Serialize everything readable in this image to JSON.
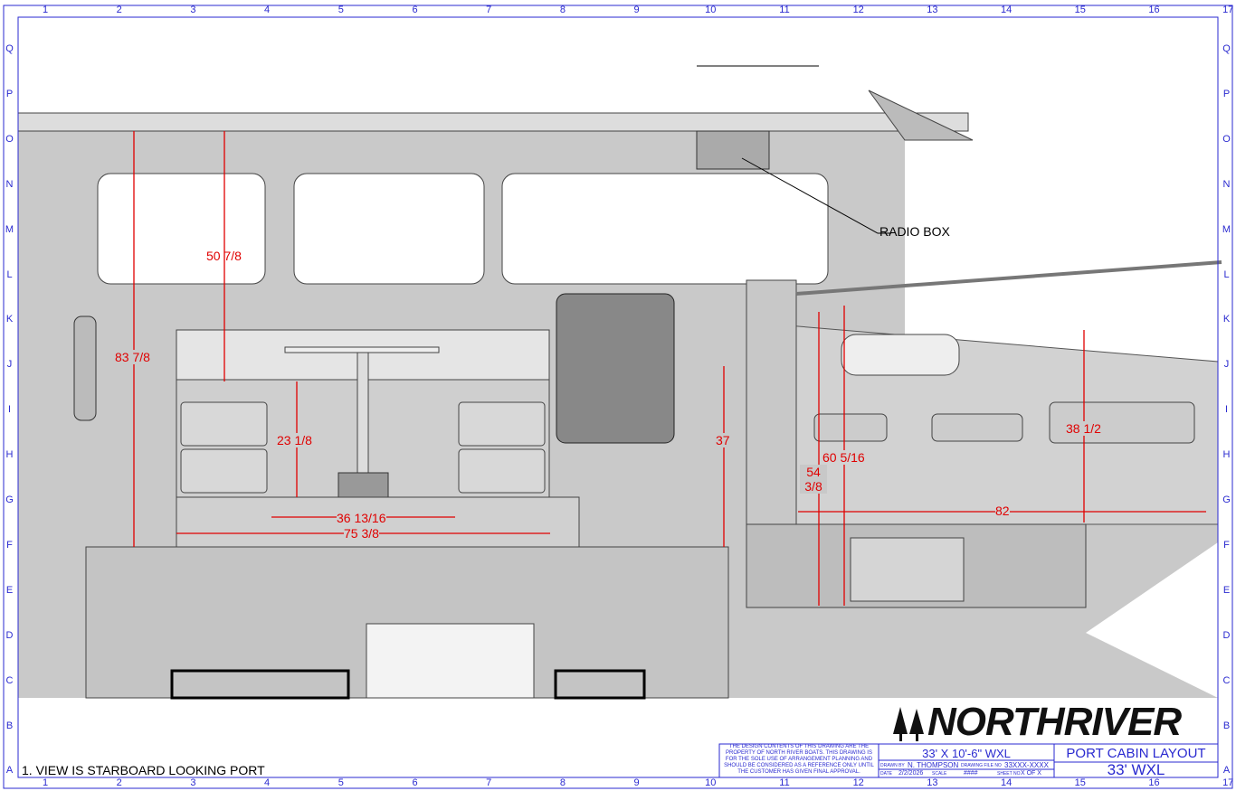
{
  "grid": {
    "columns": [
      "1",
      "2",
      "3",
      "4",
      "5",
      "6",
      "7",
      "8",
      "9",
      "10",
      "11",
      "12",
      "13",
      "14",
      "15",
      "16",
      "17"
    ],
    "rows": [
      "Q",
      "P",
      "O",
      "N",
      "M",
      "L",
      "K",
      "J",
      "I",
      "H",
      "G",
      "F",
      "E",
      "D",
      "C",
      "B",
      "A"
    ]
  },
  "callouts": {
    "radio_box": "RADIO BOX"
  },
  "dimensions": [
    "50 7/8",
    "83 7/8",
    "23 1/8",
    "36 13/16",
    "75 3/8",
    "37",
    "54 3/8",
    "60 5/16",
    "38 1/2",
    "82"
  ],
  "note": "1. VIEW IS STARBOARD LOOKING PORT",
  "title_block": {
    "disclaimer": "THE DESIGN CONTENTS OF THIS DRAWING ARE THE PROPERTY OF NORTH RIVER BOATS.  THIS DRAWING IS FOR THE SOLE USE OF ARRANGEMENT PLANNING AND SHOULD BE CONSIDERED AS A REFERENCE ONLY UNTIL THE CUSTOMER HAS GIVEN FINAL APPROVAL.",
    "model": "33' X 10'-6\" WXL",
    "drawn_by_label": "DRAWN BY",
    "drawn_by": "N. THOMPSON",
    "file_label": "DRAWING FILE NO",
    "file_no": "33XXX-XXXX",
    "date_label": "DATE",
    "date": "2/2/2026",
    "scale_label": "SCALE",
    "scale": "####",
    "sheet_label": "SHEET NO",
    "sheet": "X OF X",
    "title": "PORT CABIN LAYOUT",
    "subtitle": "33' WXL",
    "logo": "NORTHRIVER"
  },
  "colors": {
    "border": "#2a2ad0",
    "dimension": "#e00000"
  }
}
